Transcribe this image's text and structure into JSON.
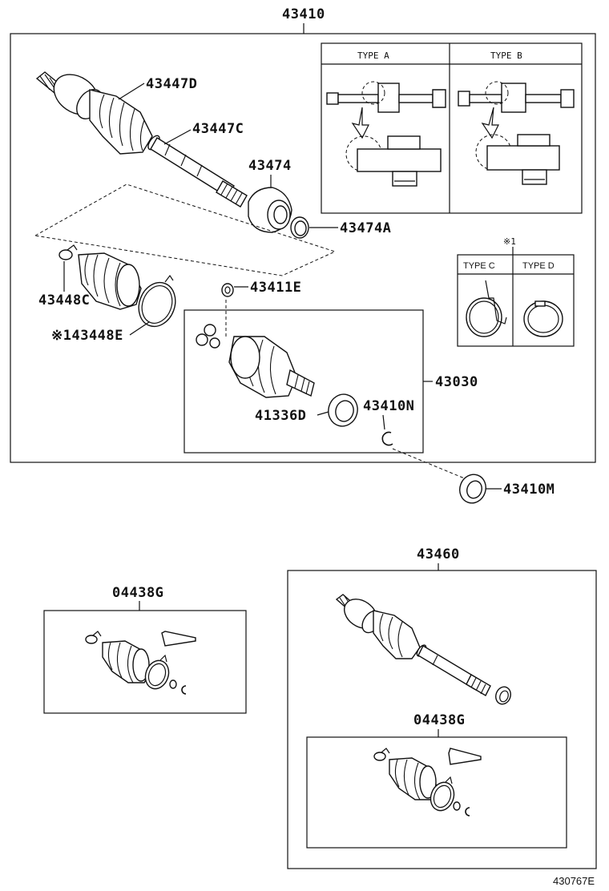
{
  "labels": {
    "main_assembly": "43410",
    "outer_boot_kit": "43447D",
    "outer_shaft": "43447C",
    "joint_housing": "43474",
    "housing_ring": "43474A",
    "inner_boot": "43448C",
    "inner_boot_clamp": "※143448E",
    "small_ring": "43411E",
    "inner_joint_assembly": "43030",
    "oil_seal": "41336D",
    "snap_ring": "43410N",
    "dust_seal": "43410M",
    "boot_kit_left": "04438G",
    "rh_assembly": "43460",
    "boot_kit_right": "04438G",
    "footer_code": "430767E"
  },
  "types": {
    "type_a": "TYPE A",
    "type_b": "TYPE B",
    "note_mark": "※1",
    "type_c": "TYPE C",
    "type_d": "TYPE D"
  }
}
